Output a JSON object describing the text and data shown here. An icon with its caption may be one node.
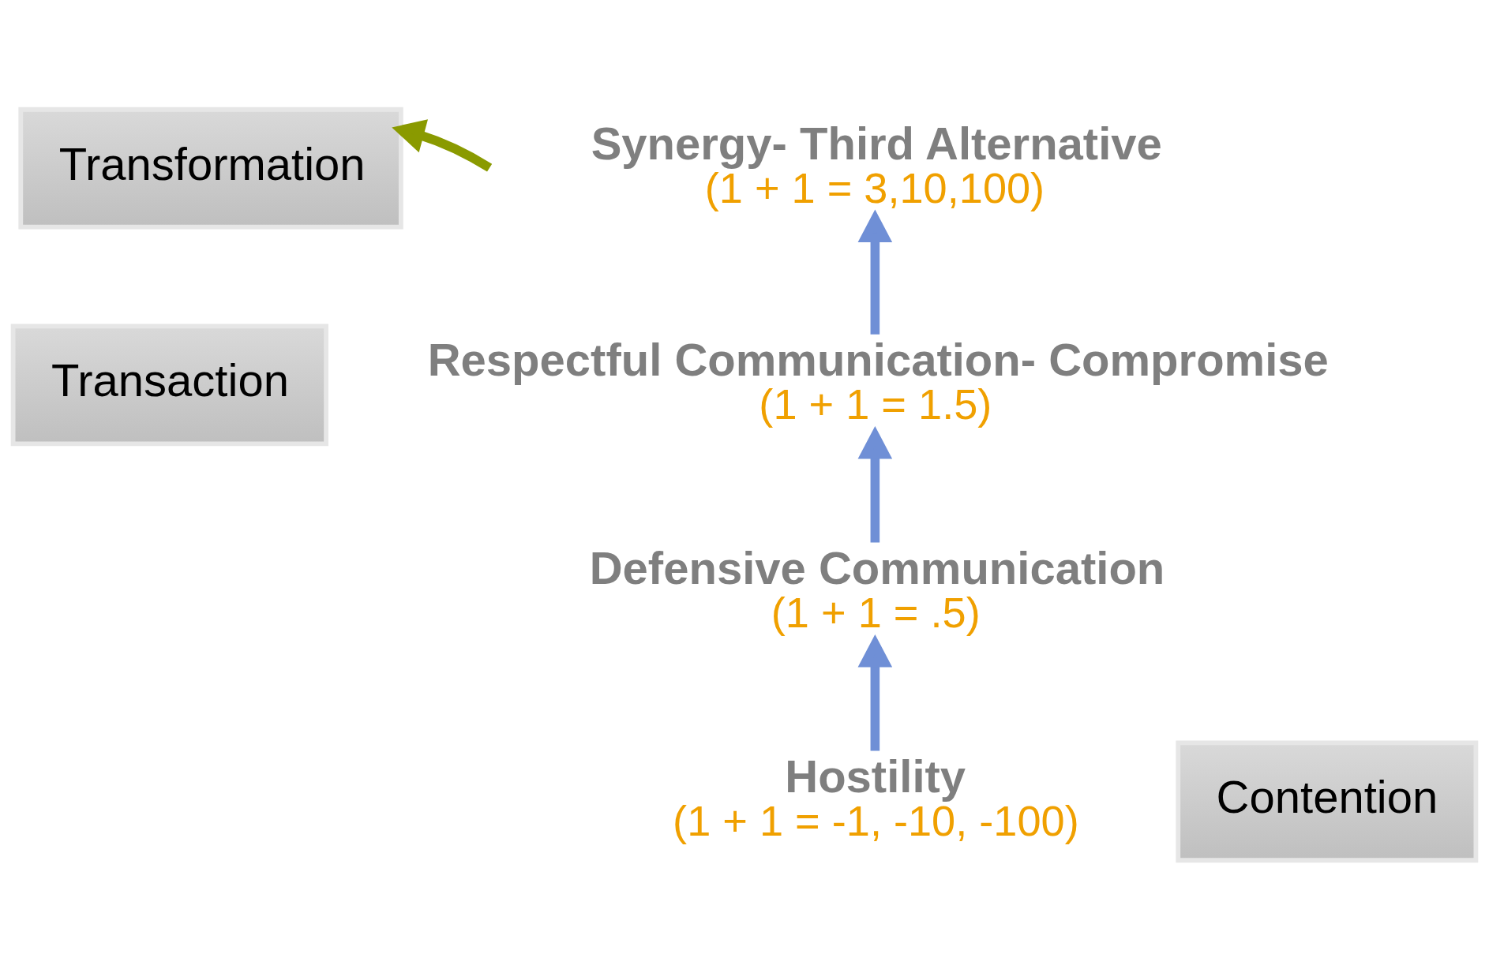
{
  "diagram": {
    "nodes": [
      {
        "text": [
          "Transformation"
        ]
      },
      {
        "text": [
          "Synergy- Third Alternative"
        ],
        "beside": [
          "(1 + 1 = 3,10,100)"
        ]
      },
      {
        "text": [
          "Transaction"
        ]
      },
      {
        "text": [
          "Respectful Communication- Compromise"
        ],
        "beside": [
          "(1 + 1 = 1.5)"
        ]
      },
      {
        "text": [
          "Defensive Communication"
        ],
        "beside": [
          "(1 + 1 = .5)"
        ]
      },
      {
        "text": [
          "Contention"
        ]
      },
      {
        "text": [
          "Hostility"
        ],
        "beside": [
          "(1 + 1 = -1, -10, -100)"
        ]
      }
    ],
    "edges": [
      {
        "from": 6,
        "to": 4,
        "arrow": "to"
      },
      {
        "from": 4,
        "to": 3,
        "arrow": "to"
      },
      {
        "from": 3,
        "to": 1,
        "arrow": "to"
      },
      {
        "from": null,
        "to": 0,
        "arrow": "to",
        "color": "#8a9a00"
      }
    ]
  }
}
